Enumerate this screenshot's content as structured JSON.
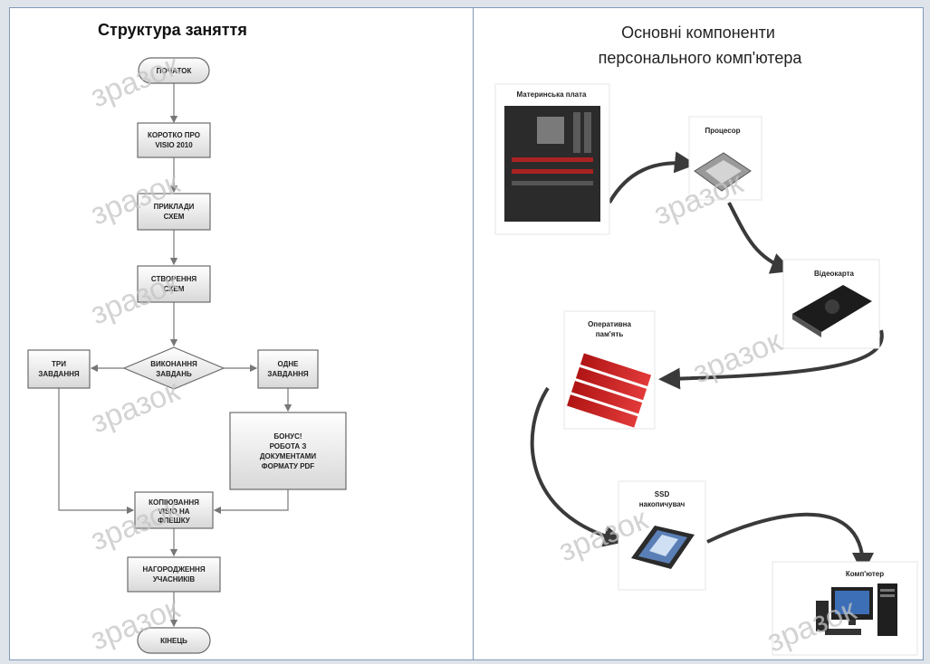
{
  "left_panel": {
    "title": "Структура заняття",
    "nodes": {
      "start": "ПОЧАТОК",
      "intro": [
        "КОРОТКО ПРО",
        "VISIO 2010"
      ],
      "examples": [
        "ПРИКЛАДИ",
        "СХЕМ"
      ],
      "create": [
        "СТВОРЕННЯ",
        "СХЕМ"
      ],
      "decision": [
        "ВИКОНАННЯ",
        "ЗАВДАНЬ"
      ],
      "three_tasks": [
        "ТРИ",
        "ЗАВДАННЯ"
      ],
      "one_task": [
        "ОДНЕ",
        "ЗАВДАННЯ"
      ],
      "bonus": [
        "БОНУС!",
        "РОБОТА З",
        "ДОКУМЕНТАМИ",
        "ФОРМАТУ PDF"
      ],
      "copy": [
        "КОПІЮВАННЯ",
        "VISIO НА",
        "ФЛЕШКУ"
      ],
      "award": [
        "НАГОРОДЖЕННЯ",
        "УЧАСНИКІВ"
      ],
      "end": "КІНЕЦЬ"
    }
  },
  "right_panel": {
    "title_line1": "Основні компоненти",
    "title_line2": "персонального комп'ютера",
    "components": {
      "motherboard": "Материнська плата",
      "cpu": "Процесор",
      "gpu": "Відеокарта",
      "ram": [
        "Оперативна",
        "пам'ять"
      ],
      "ssd": [
        "SSD",
        "накопичувач"
      ],
      "pc": "Комп'ютер"
    }
  },
  "watermark": "зразок"
}
